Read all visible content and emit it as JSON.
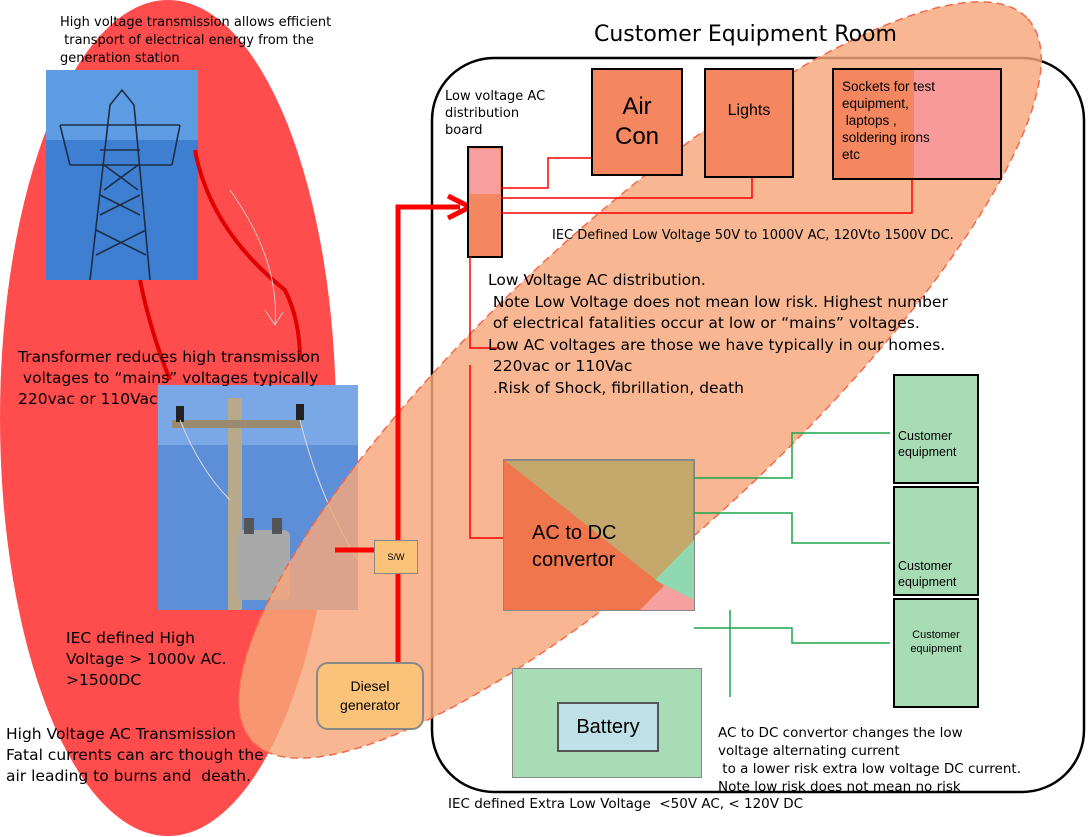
{
  "title": "Customer Equipment Room",
  "high_voltage": {
    "transmission_note": "High voltage transmission allows efficient\n transport of electrical energy from the\ngeneration station",
    "transformer_note": "Transformer reduces high transmission\n voltages to “mains” voltages typically\n220vac or 110Vac",
    "iec_definition": "IEC defined High\nVoltage > 1000v AC.\n>1500DC",
    "ac_transmission_note": "High Voltage AC Transmission\nFatal currents can arc though the\nair leading to burns and  death."
  },
  "switch_label": "S/W",
  "diesel_label": "Diesel\ngenerator",
  "distribution_board_label": "Low voltage AC\ndistribution\nboard",
  "loads": {
    "air_con": "Air\nCon",
    "lights": "Lights",
    "sockets": "Sockets for test\nequipment,\n laptops ,\nsoldering irons\netc"
  },
  "low_voltage": {
    "iec_definition": "IEC Defined Low Voltage 50V to 1000V AC, 120Vto 1500V DC.",
    "distribution_note": "Low Voltage AC distribution.\n Note Low Voltage does not mean low risk. Highest number\n of electrical fatalities occur at low or “mains” voltages.\nLow AC voltages are those we have typically in our homes.\n 220vac or 110Vac\n .Risk of Shock, fibrillation, death"
  },
  "convertor_label": "AC to DC\nconvertor",
  "customer_equipment": [
    "Customer\nequipment",
    "Customer\nequipment",
    "Customer\nequipment"
  ],
  "battery_label": "Battery",
  "extra_low_voltage": {
    "convertor_note": "AC to DC convertor changes the low\nvoltage alternating current\n to a lower risk extra low voltage DC current.\nNote low risk does not mean no risk",
    "iec_definition": "IEC defined Extra Low Voltage  <50V AC, < 120V DC"
  },
  "colors": {
    "high_voltage_zone": "#ff4c4c",
    "low_voltage_zone": "#f7a77a",
    "feed_line": "#ff0000",
    "load_box": "#f4875f",
    "sockets_box": "#f99a9a",
    "equipment_green": "#a8dcb4",
    "diesel_box": "#fbc27a",
    "battery_inner": "#bfe0e6",
    "green_wire": "#1aa64a"
  }
}
